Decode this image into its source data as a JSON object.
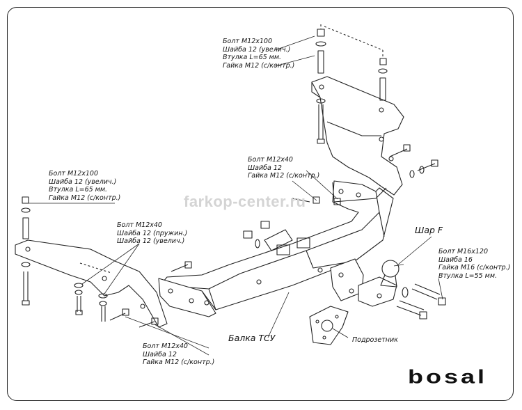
{
  "watermark": "farkop-center.ru",
  "brand_logo": "bosal",
  "callouts": {
    "top_right": [
      "Болт М12х100",
      "Шайба 12 (увелич.)",
      "Втулка L=65 мм.",
      "Гайка М12 (с/контр.)"
    ],
    "left_top": [
      "Болт М12х100",
      "Шайба 12 (увелич.)",
      "Втулка L=65 мм.",
      "Гайка М12 (с/контр.)"
    ],
    "center": [
      "Болт М12х40",
      "Шайба 12",
      "Гайка М12 (с/контр.)"
    ],
    "left_mid": [
      "Болт М12х40",
      "Шайба 12 (пружин.)",
      "Шайба 12 (увелич.)"
    ],
    "bottom_left": [
      "Болт М12х40",
      "Шайба 12",
      "Гайка М12 (с/контр.)"
    ],
    "ball_mount": [
      "Болт М16х120",
      "Шайба 16",
      "Гайка М16 (с/контр.)",
      "Втулка L=55 мм."
    ]
  },
  "labels": {
    "ball": "Шар F",
    "beam": "Балка ТСУ",
    "socket_plate": "Подрозетник"
  }
}
